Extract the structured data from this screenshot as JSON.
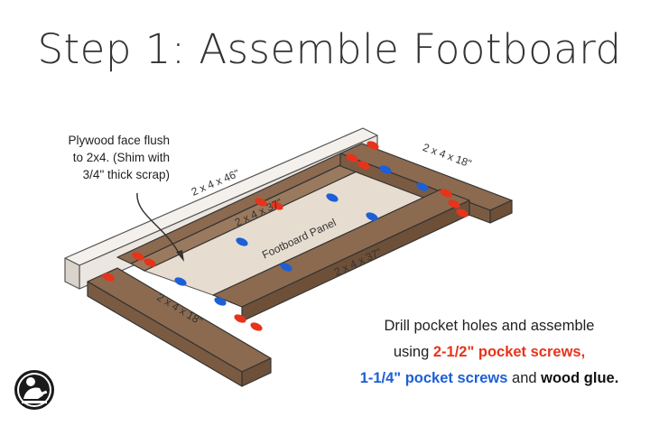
{
  "title": "Step 1: Assemble Footboard",
  "note": {
    "line1": "Plywood face flush",
    "line2": "to 2x4. (Shim with",
    "line3": "3/4\" thick scrap)"
  },
  "labels": {
    "back_board": "2 x 4 x 46\"",
    "top_rail": "2 x 4 x 37\"",
    "right_end": "2 x 4 x 18\"",
    "panel": "Footboard Panel",
    "bottom_rail": "2 x 4 x 37\"",
    "left_end": "2 x 4 x 18\""
  },
  "instructions": {
    "line1": "Drill pocket holes and assemble",
    "line2_prefix": "using ",
    "line2_red": "2-1/2\" pocket screws,",
    "line3_blue": "1-1/4\" pocket screws",
    "line3_mid": " and ",
    "line3_bold": "wood glue."
  },
  "colors": {
    "red_screw": "#e8331b",
    "blue_screw": "#1c5fd6",
    "wood": "#8c6a4f",
    "panel": "#e6ddd0",
    "plywood": "#efebe6"
  },
  "logo_icon": "woodworker-logo-icon"
}
